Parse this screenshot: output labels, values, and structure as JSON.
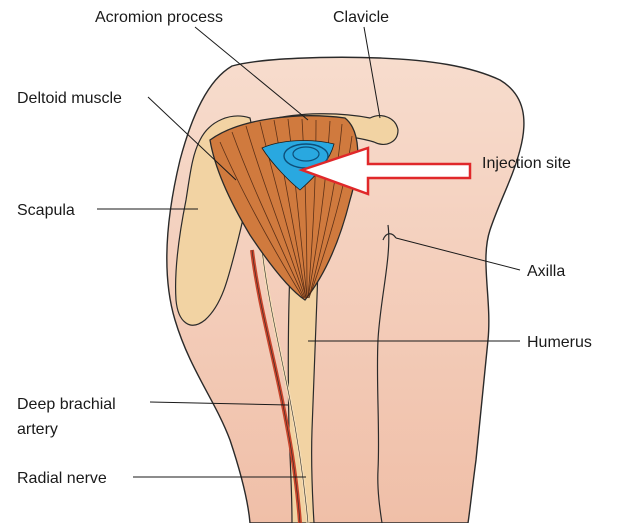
{
  "labels": {
    "acromion": "Acromion process",
    "clavicle": "Clavicle",
    "deltoid": "Deltoid muscle",
    "injection": "Injection site",
    "scapula": "Scapula",
    "axilla": "Axilla",
    "humerus": "Humerus",
    "brachial_line1": "Deep brachial",
    "brachial_line2": "artery",
    "radial": "Radial nerve"
  },
  "colors": {
    "skin": "#F2C4B0",
    "skin_light": "#F7D9CB",
    "bone": "#F2D3A3",
    "muscle": "#D07A3E",
    "injection_site": "#29A8E0",
    "arrow_outline": "#E0282A",
    "artery": "#C8452C"
  }
}
